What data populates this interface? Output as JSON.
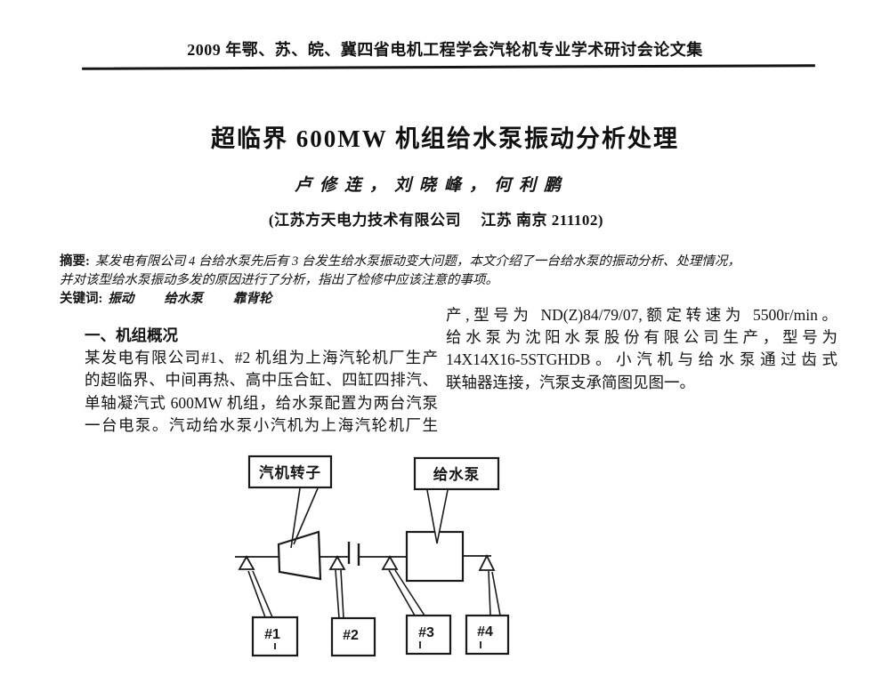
{
  "header": {
    "proceedings_title": "2009 年鄂、苏、皖、冀四省电机工程学会汽轮机专业学术研讨会论文集"
  },
  "article": {
    "title": "超临界 600MW 机组给水泵振动分析处理",
    "authors": "卢修连，刘晓峰，何利鹏",
    "affiliation": "(江苏方天电力技术有限公司　 江苏 南京 211102)"
  },
  "abstract": {
    "label": "摘要:",
    "line1": "某发电有限公司 4 台给水泵先后有 3 台发生给水泵振动变大问题，本文介绍了一台给水泵的振动分析、处理情况，",
    "line2": "并对该型给水泵振动多发的原因进行了分析，指出了检修中应该注意的事项。",
    "keywords_label": "关键词:",
    "keywords": [
      "振动",
      "给水泵",
      "靠背轮"
    ]
  },
  "body": {
    "left": {
      "heading": "一、机组概况",
      "lines": [
        "某发电有限公司#1、#2 机组为上海汽轮机厂生产",
        "的超临界、中间再热、高中压合缸、四缸四排汽、",
        "单轴凝汽式 600MW 机组，给水泵配置为两台汽泵",
        "一台电泵。汽动给水泵小汽机为上海汽轮机厂生"
      ]
    },
    "right": {
      "lines": [
        "产,型号为 ND(Z)84/79/07,额定转速为 5500r/min。",
        "给水泵为沈阳水泵股份有限公司生产，型号为",
        "14X14X16-5STGHDB。小汽机与给水泵通过齿式",
        "联轴器连接，汽泵支承简图见图一。"
      ]
    }
  },
  "figure": {
    "turbine_label": "汽机转子",
    "pump_label": "给水泵",
    "bearings": [
      "#1",
      "#2",
      "#3",
      "#4"
    ]
  }
}
